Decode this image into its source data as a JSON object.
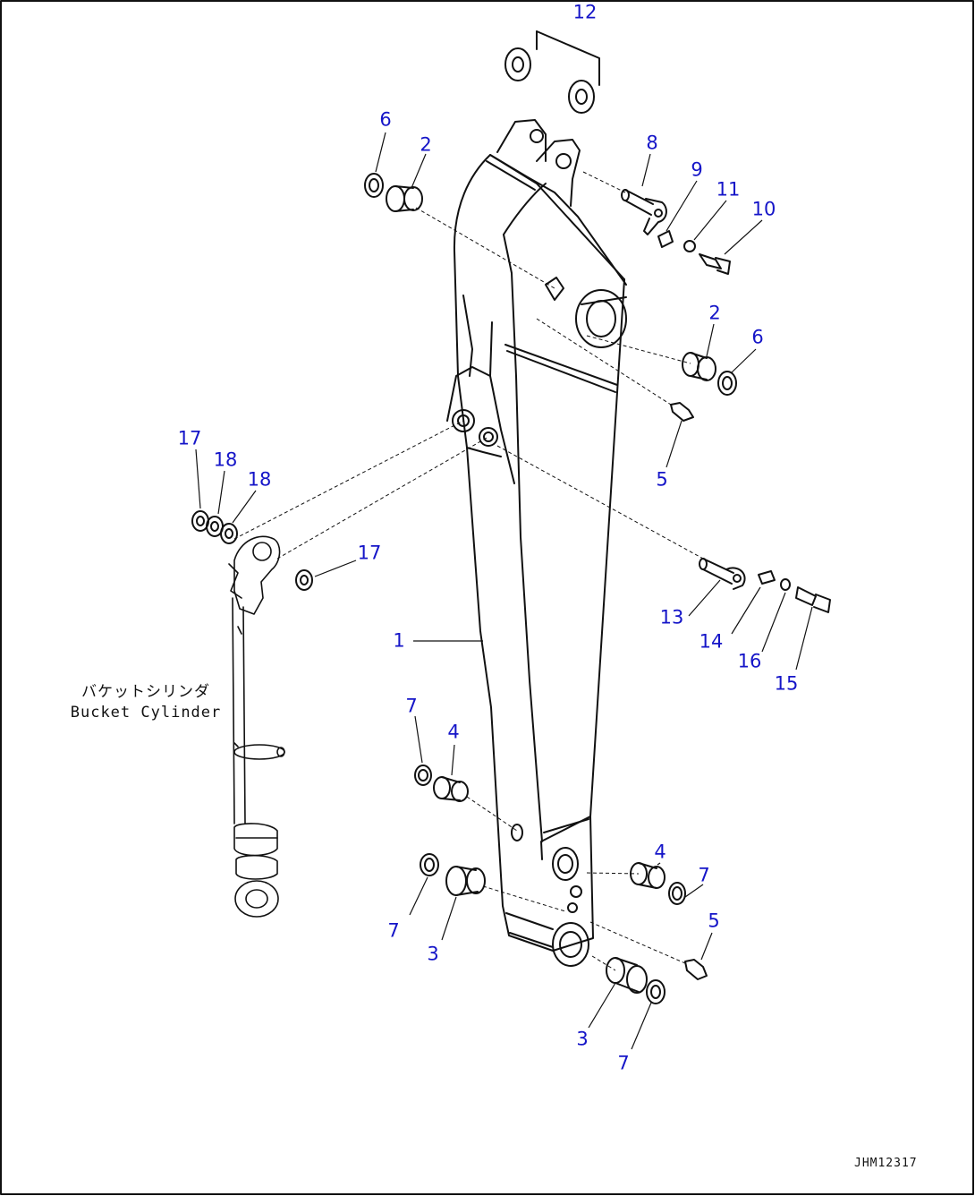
{
  "labels": {
    "l1": "1",
    "l2a": "2",
    "l2b": "2",
    "l3a": "3",
    "l3b": "3",
    "l4a": "4",
    "l4b": "4",
    "l5a": "5",
    "l5b": "5",
    "l6a": "6",
    "l6b": "6",
    "l7a": "7",
    "l7b": "7",
    "l7c": "7",
    "l7d": "7",
    "l8": "8",
    "l9": "9",
    "l10": "10",
    "l11": "11",
    "l12": "12",
    "l13": "13",
    "l14": "14",
    "l15": "15",
    "l16": "16",
    "l17a": "17",
    "l17b": "17",
    "l18a": "18",
    "l18b": "18"
  },
  "bucket_cylinder": {
    "jp": "バケットシリンダ",
    "en": "Bucket Cylinder"
  },
  "drawing_code": "JHM12317",
  "colors": {
    "label": "#1515c8",
    "line": "#111111",
    "background": "#ffffff"
  }
}
